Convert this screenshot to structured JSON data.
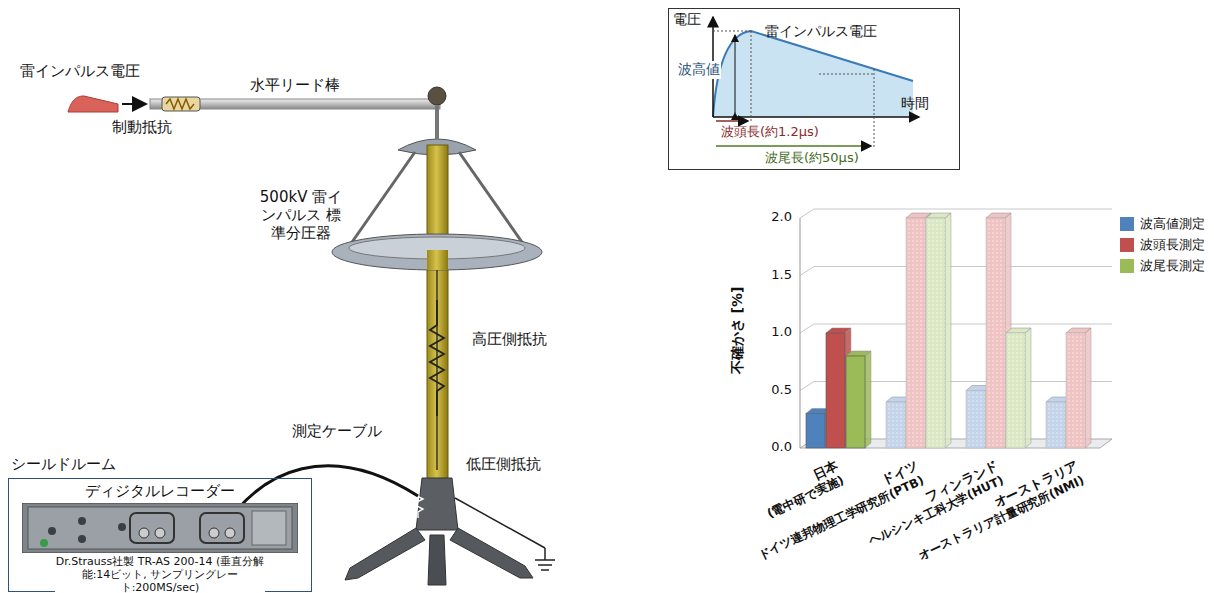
{
  "diagram": {
    "nodes": [
      {
        "text": [
          "シールドルーム"
        ]
      },
      {
        "text": [
          "ディジタルレコーダー",
          "Dr.Strauss社製 TR-AS 200-14 (垂直分解能:14ビット, サンプリングレート:200MS/sec)"
        ],
        "in": 0
      },
      {
        "text": [
          "電圧",
          "雷インパルス電圧",
          "波高値",
          "時間",
          "波頭長(約1.2μs)",
          "波尾長(約50μs)"
        ]
      }
    ],
    "labels": [
      "雷インパルス電圧",
      "水平リード棒",
      "制動抵抗",
      "500kV 雷インパルス 標準分圧器",
      "高圧側抵抗",
      "測定ケーブル",
      "低圧側抵抗",
      "不確かさ [%]",
      "2.0",
      "1.5",
      "1.0",
      "0.5",
      "0.0",
      "日本",
      "(電中研で実施)",
      "ドイツ",
      "ドイツ連邦物理工学研究所(PTB)",
      "フィンランド",
      "ヘルシンキ工科大学(HUT)",
      "オーストラリア",
      "オーストラリア計量研究所(NMI)"
    ],
    "legend": [
      {
        "text": "波高値測定",
        "color": "#4f81bd"
      },
      {
        "text": "波頭長測定",
        "color": "#c0504d"
      },
      {
        "text": "波尾長測定",
        "color": "#9bbb59"
      }
    ]
  }
}
